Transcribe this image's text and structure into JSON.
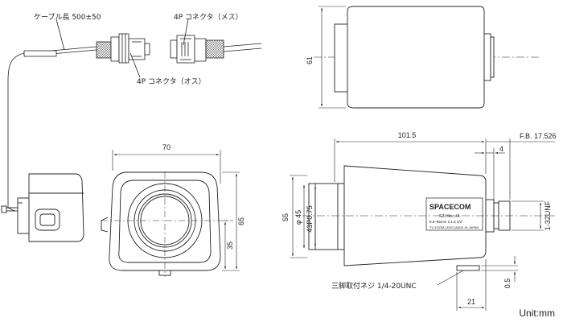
{
  "labels": {
    "cable_length": "ケーブル長 500±50",
    "connector_female": "4P コネクタ（メス）",
    "connector_male": "4P コネクタ（オス）",
    "tripod_screw": "三脚取付ネジ 1/4-20UNC",
    "brand": "SPACECOM",
    "model_line": "SZ-HIo...44",
    "spec_line": "8.5~85mm 1:1.6 1/2\"",
    "made_line": "TV ZOOM LENS MADE IN JAPAN",
    "unit": "Unit:mm"
  },
  "dimensions": {
    "top_height": "61",
    "front_width": "70",
    "front_height": "65",
    "front_half_height": "35",
    "side_length": "101.5",
    "flange_back": "F.B. 17.526",
    "mount_depth": "4",
    "side_height": "55",
    "diameter_45": "φ 45",
    "thread_43": "43P0.75",
    "mount_thread": "1-32UNF",
    "tripod_offset": "0.5",
    "tripod_distance": "21"
  },
  "colors": {
    "line": "#222222",
    "body_fill": "#ffffff"
  }
}
